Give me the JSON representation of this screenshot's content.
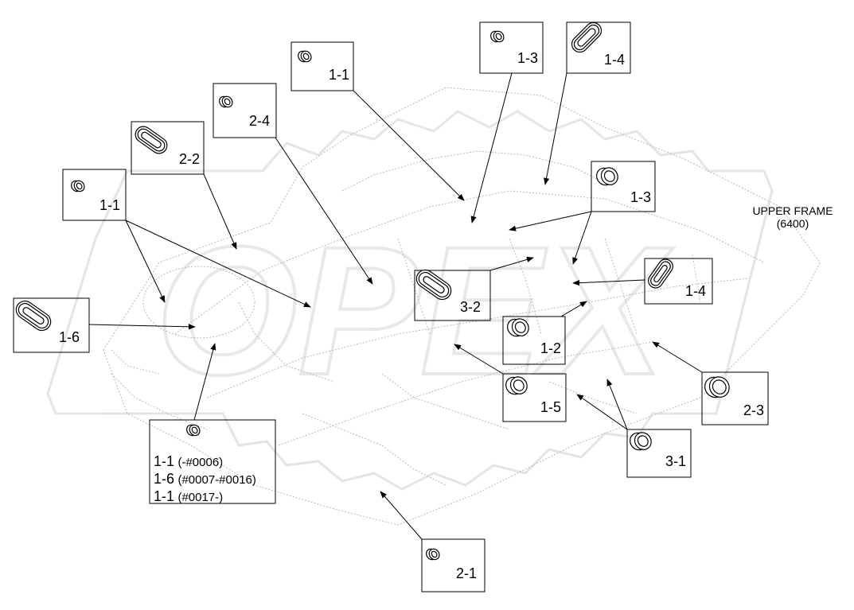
{
  "diagram": {
    "frame_label_line1": "UPPER FRAME",
    "frame_label_line2": "(6400)",
    "watermark": "OPEX",
    "callouts": [
      {
        "id": "c-1-1-top",
        "label": "1-1",
        "part": "small-grommet"
      },
      {
        "id": "c-1-3-top",
        "label": "1-3",
        "part": "small-grommet"
      },
      {
        "id": "c-1-4-top",
        "label": "1-4",
        "part": "oval-grommet"
      },
      {
        "id": "c-2-4",
        "label": "2-4",
        "part": "small-grommet"
      },
      {
        "id": "c-2-2",
        "label": "2-2",
        "part": "oval-grommet"
      },
      {
        "id": "c-1-1-left",
        "label": "1-1",
        "part": "small-grommet"
      },
      {
        "id": "c-1-3-right",
        "label": "1-3",
        "part": "medium-grommet"
      },
      {
        "id": "c-1-4-right",
        "label": "1-4",
        "part": "oval-grommet"
      },
      {
        "id": "c-3-2",
        "label": "3-2",
        "part": "oval-grommet"
      },
      {
        "id": "c-1-6",
        "label": "1-6",
        "part": "oval-grommet"
      },
      {
        "id": "c-1-2",
        "label": "1-2",
        "part": "medium-grommet"
      },
      {
        "id": "c-1-5",
        "label": "1-5",
        "part": "medium-grommet"
      },
      {
        "id": "c-2-3",
        "label": "2-3",
        "part": "medium-grommet"
      },
      {
        "id": "c-3-1",
        "label": "3-1",
        "part": "medium-grommet"
      },
      {
        "id": "c-2-1",
        "label": "2-1",
        "part": "small-grommet"
      }
    ],
    "serial_box": {
      "lines": [
        {
          "code": "1-1",
          "range": "(-#0006)"
        },
        {
          "code": "1-6",
          "range": "(#0007-#0016)"
        },
        {
          "code": "1-1",
          "range": "(#0017-)"
        }
      ]
    }
  }
}
